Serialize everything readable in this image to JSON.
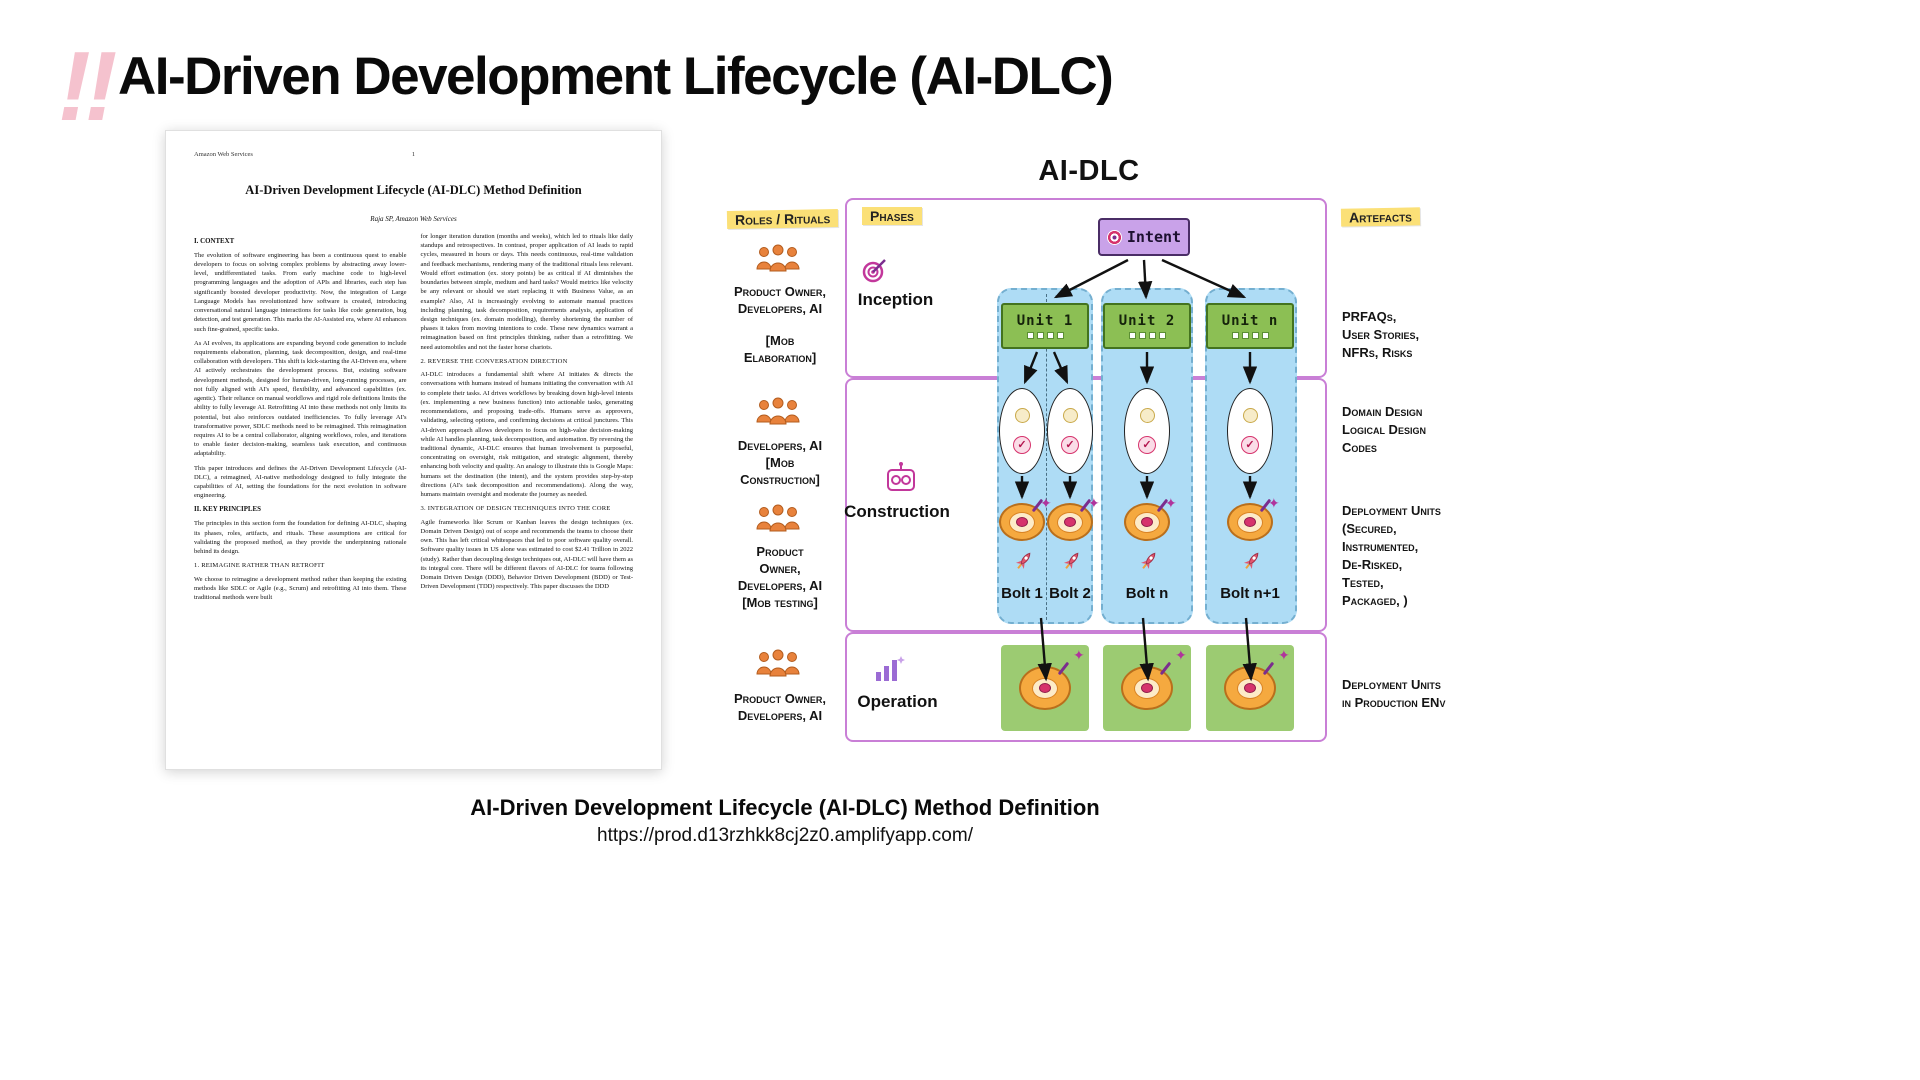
{
  "slide": {
    "decoration": "!!",
    "title": "AI-Driven Development Lifecycle (AI-DLC)",
    "caption_title": "AI-Driven Development Lifecycle (AI-DLC) Method Definition",
    "caption_url": "https://prod.d13rzhkk8cj2z0.amplifyapp.com/"
  },
  "paper": {
    "header_left": "Amazon Web Services",
    "header_page": "1",
    "title": "AI-Driven Development Lifecycle (AI-DLC) Method Definition",
    "author": "Raja SP, Amazon Web Services",
    "left_column": {
      "h1": "I. CONTEXT",
      "p1": "The evolution of software engineering has been a continuous quest to enable developers to focus on solving complex problems by abstracting away lower-level, undifferentiated tasks. From early machine code to high-level programming languages and the adoption of APIs and libraries, each step has significantly boosted developer productivity. Now, the integration of Large Language Models has revolutionized how software is created, introducing conversational natural language interactions for tasks like code generation, bug detection, and test generation. This marks the AI-Assisted era, where AI enhances such fine-grained, specific tasks.",
      "p2": "As AI evolves, its applications are expanding beyond code generation to include requirements elaboration, planning, task decomposition, design, and real-time collaboration with developers. This shift is kick-starting the AI-Driven era, where AI actively orchestrates the development process. But, existing software development methods, designed for human-driven, long-running processes, are not fully aligned with AI's speed, flexibility, and advanced capabilities (ex. agentic). Their reliance on manual workflows and rigid role definitions limits the ability to fully leverage AI. Retrofitting AI into these methods not only limits its potential, but also reinforces outdated inefficiencies. To fully leverage AI's transformative power, SDLC methods need to be reimagined. This reimagination requires AI to be a central collaborator, aligning workflows, roles, and iterations to enable faster decision-making, seamless task execution, and continuous adaptability.",
      "p3": "This paper introduces and defines the AI-Driven Development Lifecycle (AI-DLC), a reimagined, AI-native methodology designed to fully integrate the capabilities of AI, setting the foundations for the next evolution in software engineering.",
      "h2": "II. KEY PRINCIPLES",
      "p4": "The principles in this section form the foundation for defining AI-DLC, shaping its phases, roles, artifacts, and rituals. These assumptions are critical for validating the proposed method, as they provide the underpinning rationale behind its design.",
      "h3": "1. REIMAGINE RATHER THAN RETROFIT",
      "p5": "We choose to reimagine a development method rather than keeping the existing methods like SDLC or Agile (e.g., Scrum) and retrofitting AI into them. These traditional methods were built"
    },
    "right_column": {
      "p1": "for longer iteration duration (months and weeks), which led to rituals like daily standups and retrospectives. In contrast, proper application of AI leads to rapid cycles, measured in hours or days. This needs continuous, real-time validation and feedback mechanisms, rendering many of the traditional rituals less relevant. Would effort estimation (ex. story points) be as critical if AI diminishes the boundaries between simple, medium and hard tasks? Would metrics like velocity be any relevant or should we start replacing it with Business Value, as an example? Also, AI is increasingly evolving to automate manual practices including planning, task decomposition, requirements analysis, application of design techniques (ex. domain modelling), thereby shortening the number of phases it takes from moving intentions to code. These new dynamics warrant a reimagination based on first principles thinking, rather than a retrofitting. We need automobiles and not the faster horse chariots.",
      "h1": "2. REVERSE THE CONVERSATION DIRECTION",
      "p2": "AI-DLC introduces a fundamental shift where AI initiates & directs the conversations with humans instead of humans initiating the conversation with AI to complete their tasks. AI drives workflows by breaking down high-level intents (ex. implementing a new business function) into actionable tasks, generating recommendations, and proposing trade-offs. Humans serve as approvers, validating, selecting options, and confirming decisions at critical junctures. This AI-driven approach allows developers to focus on high-value decision-making while AI handles planning, task decomposition, and automation. By reversing the traditional dynamic, AI-DLC ensures that human involvement is purposeful, concentrating on oversight, risk mitigation, and strategic alignment, thereby enhancing both velocity and quality. An analogy to illustrate this is Google Maps: humans set the destination (the intent), and the system provides step-by-step directions (AI's task decomposition and recommendations). Along the way, humans maintain oversight and moderate the journey as needed.",
      "h2": "3. INTEGRATION OF DESIGN TECHNIQUES INTO THE CORE",
      "p3": "Agile frameworks like Scrum or Kanban leaves the design techniques (ex. Domain Driven Design) out of scope and recommends the teams to choose their own. This has left critical whitespaces that led to poor software quality overall. Software quality issues in US alone was estimated to cost $2.41 Trillion in 2022 (study). Rather than decoupling design techniques out, AI-DLC will have them as its integral core. There will be different flavors of AI-DLC for teams following Domain Driven Design (DDD), Behavior Driven Development (BDD) or Test-Driven Development (TDD) respectively. This paper discusses the DDD"
    }
  },
  "diagram": {
    "title": "AI-DLC",
    "headers": {
      "roles": "Roles / Rituals",
      "phases": "Phases",
      "artefacts": "Artefacts"
    },
    "intent_label": "Intent",
    "units": [
      "Unit 1",
      "Unit 2",
      "Unit n"
    ],
    "bolts": [
      "Bolt 1",
      "Bolt 2",
      "Bolt n",
      "Bolt n+1"
    ],
    "phases": [
      "Inception",
      "Construction",
      "Operation"
    ],
    "roles": [
      "Product Owner,\nDevelopers, AI",
      "[Mob\nElaboration]",
      "Developers, AI\n[Mob\nConstruction]",
      "Product\nOwner,\nDevelopers, AI\n[Mob testing]",
      "Product Owner,\nDevelopers, AI"
    ],
    "artefacts": [
      "PRFAQs,\nUser Stories,\nNFRs, Risks",
      "Domain Design\nLogical Design\nCodes",
      "Deployment Units\n(Secured,\nInstrumented,\nDe-Risked,\nTested,\nPackaged, )",
      "Deployment Units\nin Production ENv"
    ],
    "icons": {
      "check": "✓",
      "sparkle": "✦"
    }
  }
}
